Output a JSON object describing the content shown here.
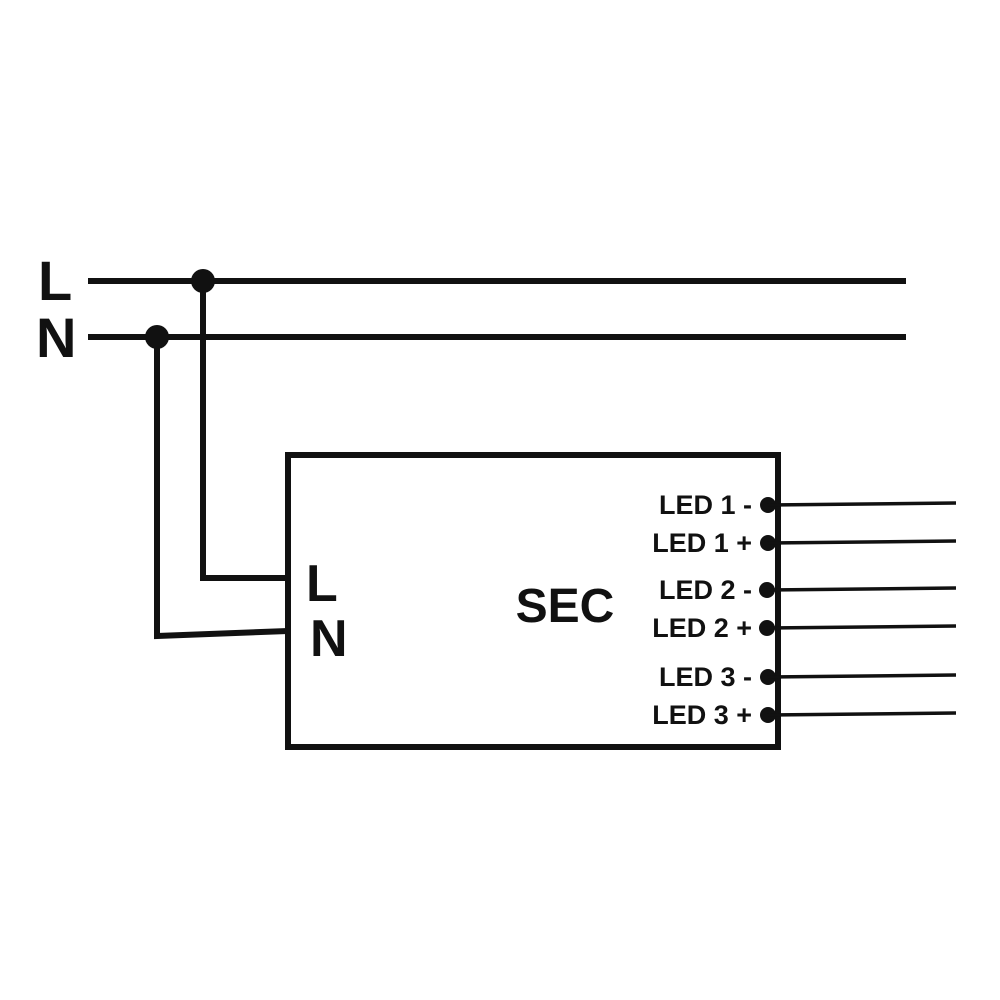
{
  "mains": {
    "line_l_label": "L",
    "line_n_label": "N"
  },
  "driver": {
    "terminal_l_label": "L",
    "terminal_n_label": "N",
    "name": "SEC"
  },
  "outputs": [
    {
      "label": "LED 1 -"
    },
    {
      "label": "LED 1 +"
    },
    {
      "label": "LED 2 -"
    },
    {
      "label": "LED 2 +"
    },
    {
      "label": "LED 3 -"
    },
    {
      "label": "LED 3 +"
    }
  ],
  "colors": {
    "wire": "#111111",
    "background": "#ffffff"
  }
}
